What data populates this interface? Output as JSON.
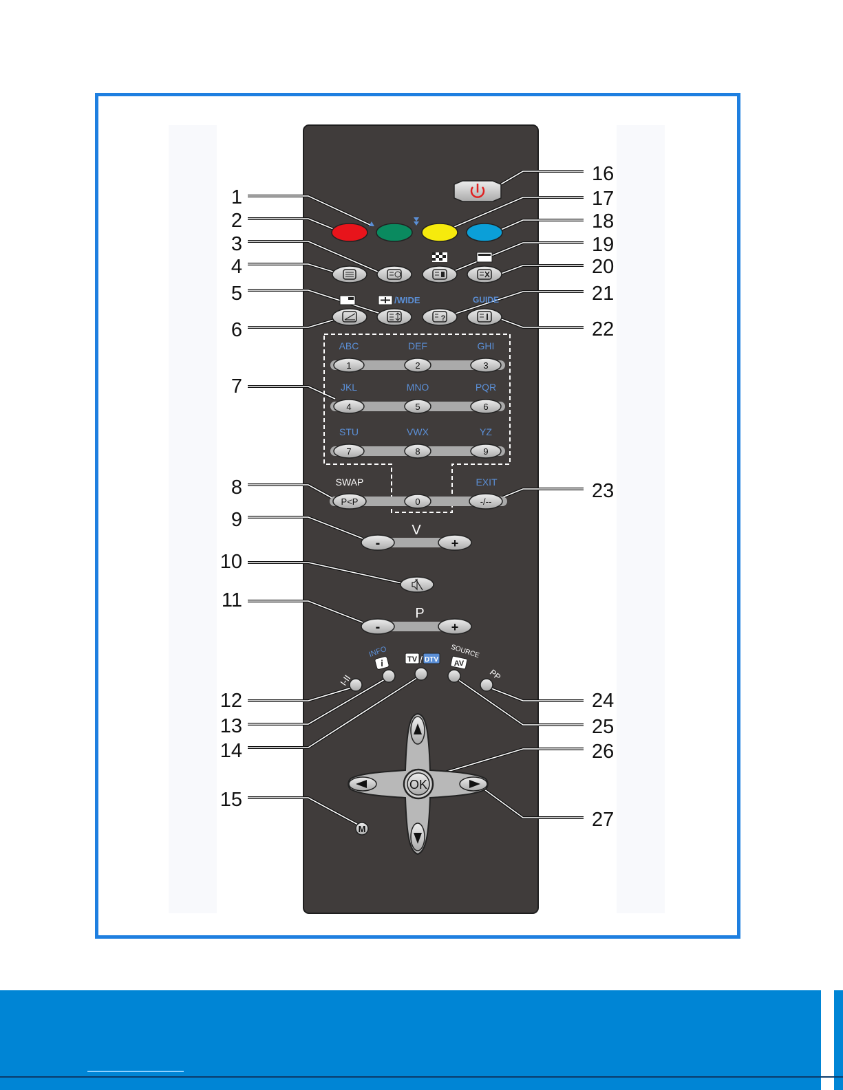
{
  "callouts_left": [
    "1",
    "2",
    "3",
    "4",
    "5",
    "6",
    "7",
    "8",
    "9",
    "10",
    "11",
    "12",
    "13",
    "14",
    "15"
  ],
  "callouts_right": [
    "16",
    "17",
    "18",
    "19",
    "20",
    "21",
    "22",
    "23",
    "24",
    "25",
    "26",
    "27"
  ],
  "keypad": {
    "letters": [
      "ABC",
      "DEF",
      "GHI",
      "JKL",
      "MNO",
      "PQR",
      "STU",
      "VWX",
      "YZ"
    ],
    "digits": [
      "1",
      "2",
      "3",
      "4",
      "5",
      "6",
      "7",
      "8",
      "9"
    ],
    "zero": "0"
  },
  "labels": {
    "wide": "/WIDE",
    "guide": "GUIDE",
    "swap": "SWAP",
    "swap_key": "P<P",
    "exit": "EXIT",
    "exit_key": "-/--",
    "volume": "V",
    "program": "P",
    "minus": "-",
    "plus": "+",
    "info": "INFO",
    "info_key": "i",
    "tv": "TV",
    "dtv": "DTV",
    "source": "SOURCE",
    "av": "AV",
    "pp": "PP",
    "sound_mode": "I-II",
    "ok": "OK",
    "menu": "M"
  },
  "colors": {
    "frame": "#1e7fe0",
    "remote_body": "#403c3b",
    "red": "#e8141b",
    "green": "#0a8a5f",
    "yellow": "#f6ea0d",
    "cyan": "#0b9fd8",
    "power_symbol": "#e02020",
    "blue_label": "#5b8fd6",
    "footer": "#0085d5"
  }
}
